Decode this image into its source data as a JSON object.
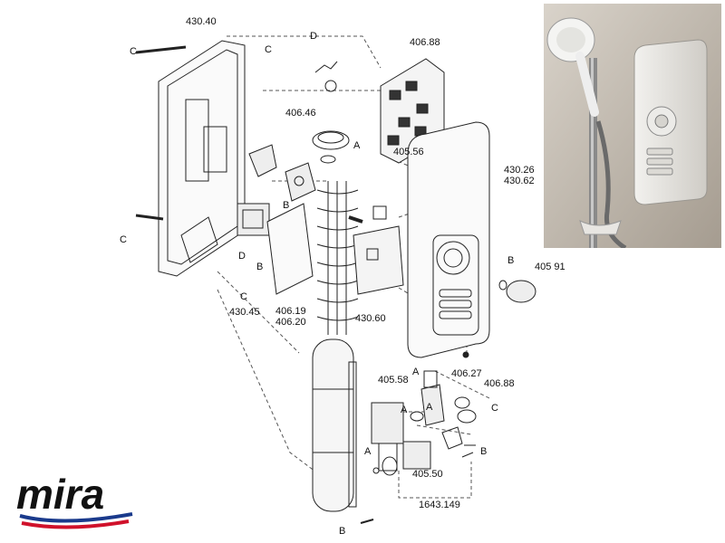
{
  "diagram": {
    "labels": {
      "l43040": "430.40",
      "lC1": "C",
      "lC2": "C",
      "lD1": "D",
      "l40688a": "406.88",
      "l40646": "406.46",
      "lA1": "A",
      "l40556": "405.56",
      "l43026": "430.26",
      "l43062": "430.62",
      "lC3": "C",
      "lB1": "B",
      "lD2": "D",
      "lB2": "B",
      "lC4": "C",
      "l43045": "430.45",
      "l40619": "406.19",
      "l40620": "406.20",
      "l43060": "430.60",
      "lB3": "B",
      "l40591": "405 91",
      "l40627": "406.27",
      "l40558": "405.58",
      "lA2": "A",
      "lA3": "A",
      "l40688b": "406.88",
      "lA4": "A",
      "lC5": "C",
      "lB4": "B",
      "lA5": "A",
      "l40550": "405.50",
      "l1643149": "1643.149",
      "lB5": "B"
    }
  },
  "logo": {
    "text": "mira",
    "colors": {
      "text": "#111111",
      "red": "#d0112b",
      "blue": "#1a3a8c"
    }
  },
  "photo": {
    "colors": {
      "wall": "#c9c2b8",
      "unit": "#e8e6e2",
      "rail": "#7a7a7a"
    }
  }
}
